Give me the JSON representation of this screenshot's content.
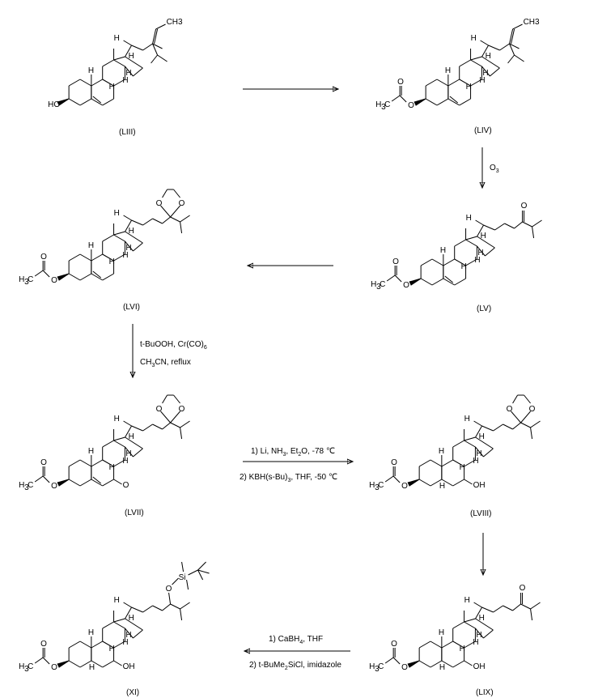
{
  "compounds": [
    {
      "id": "LIII",
      "label": "(LIII)"
    },
    {
      "id": "LIV",
      "label": "(LIV)"
    },
    {
      "id": "LV",
      "label": "(LV)"
    },
    {
      "id": "LVI",
      "label": "(LVI)"
    },
    {
      "id": "LVII",
      "label": "(LVII)"
    },
    {
      "id": "LVIII",
      "label": "(LVIII)"
    },
    {
      "id": "LIX",
      "label": "(LIX)"
    },
    {
      "id": "XI",
      "label": "(XI)"
    }
  ],
  "atoms": {
    "H": "H",
    "HO": "HO",
    "O": "O",
    "OH": "OH",
    "CH3": "CH",
    "sub3": "3",
    "H3C": "H",
    "H3C_sub": "3",
    "H3C_C": "C",
    "Si": "Si"
  },
  "reagents": {
    "step_ozone": "O",
    "step_ozone_sub": "3",
    "step_lvi_l1": "t-BuOOH, Cr(CO)",
    "step_lvi_l1_sub": "6",
    "step_lvi_l2a": "CH",
    "step_lvi_l2_sub": "3",
    "step_lvi_l2b": "CN, reflux",
    "step_lvii_l1a": "1) Li, NH",
    "step_lvii_l1_sub1": "3",
    "step_lvii_l1b": ", Et",
    "step_lvii_l1_sub2": "2",
    "step_lvii_l1c": "O, -78 ℃",
    "step_lvii_l2a": "2) KBH(s-Bu)",
    "step_lvii_l2_sub": "3",
    "step_lvii_l2b": ", THF, -50 ℃",
    "step_xi_l1a": "1) CaBH",
    "step_xi_l1_sub": "4",
    "step_xi_l1b": ", THF",
    "step_xi_l2a": "2) t-BuMe",
    "step_xi_l2_sub": "2",
    "step_xi_l2b": "SiCl, imidazole"
  }
}
